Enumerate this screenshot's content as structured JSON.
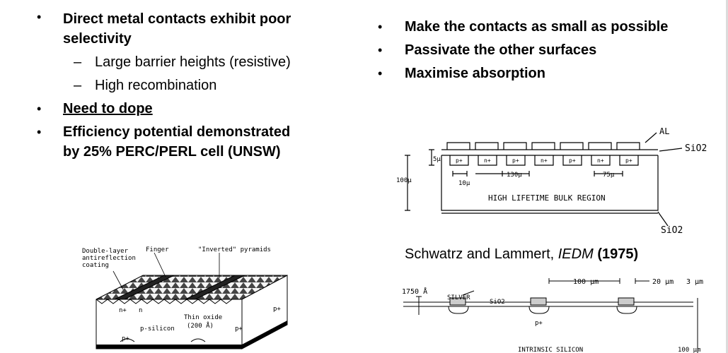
{
  "left": {
    "bullets": [
      {
        "text_line1": "Direct metal contacts exhibit poor",
        "text_line2": "selectivity"
      },
      {
        "text": "Need to dope"
      },
      {
        "text_line1": "Efficiency potential demonstrated",
        "text_line2": "by 25% PERC/PERL cell (UNSW)"
      }
    ],
    "sub_bullets": [
      "Large barrier heights (resistive)",
      "High recombination"
    ],
    "bullet_char": "•",
    "dash_char": "–"
  },
  "right": {
    "bullets": [
      "Make the contacts as small as possible",
      "Passivate the other surfaces",
      "Maximise absorption"
    ],
    "citation": {
      "authors": "Schwatrz and Lammert, ",
      "journal": "IEDM",
      "year": "(1975)"
    }
  },
  "fig_perl": {
    "labels": {
      "double_layer": "Double-layer",
      "antireflection": "antireflection",
      "coating": "coating",
      "finger": "Finger",
      "pyramids": "\"Inverted\" pyramids",
      "thin_oxide": "Thin oxide",
      "thin_oxide_thickness": "(200 Å)",
      "p_silicon": "p-silicon",
      "n_plus": "n+",
      "n": "n",
      "p_plus": "p+"
    }
  },
  "fig_ibc_top": {
    "labels": {
      "al": "AL",
      "sio2_top": "SiO2",
      "sio2_bottom": "SiO2",
      "depth_5u": "5μ",
      "thickness_100u": "100μ",
      "dim_10u": "10μ",
      "dim_130u": "130μ",
      "dim_75u": "75μ",
      "region": "HIGH LIFETIME BULK REGION",
      "p_plus": "p+",
      "n_plus": "n+"
    }
  },
  "fig_ibc_bottom": {
    "labels": {
      "dim_100um": "100 μm",
      "dim_20um": "20 μm",
      "dim_3um": "3 μm",
      "thickness": "1750 Å",
      "silver": "SILVER",
      "sio2": "SiO2",
      "p_plus": "p+",
      "region": "INTRINSIC SILICON",
      "dim_bottom": "100 μm"
    }
  }
}
